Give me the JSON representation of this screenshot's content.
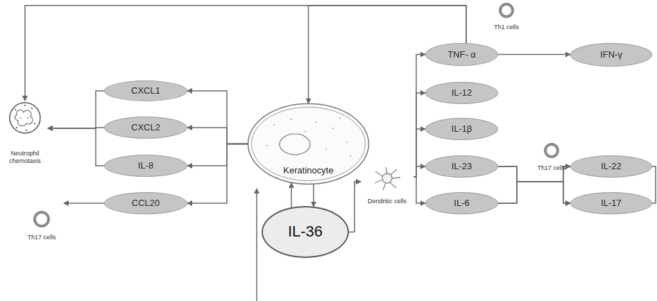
{
  "diagram": {
    "nodes": [
      {
        "text": [
          "Th1 cells"
        ]
      },
      {
        "text": [
          "TNF- α"
        ]
      },
      {
        "text": [
          "IFN-γ"
        ]
      },
      {
        "text": [
          "CXCL1"
        ]
      },
      {
        "text": [
          "IL-12"
        ]
      },
      {
        "text": [
          "Neutrophil chemotaxis"
        ]
      },
      {
        "text": [
          "Keratinocyte"
        ]
      },
      {
        "text": [
          "CXCL2"
        ]
      },
      {
        "text": [
          "IL-1β"
        ]
      },
      {
        "text": [
          "IL-8"
        ]
      },
      {
        "text": [
          "IL-23"
        ]
      },
      {
        "text": [
          "Th17 cells"
        ]
      },
      {
        "text": [
          "IL-22"
        ]
      },
      {
        "text": [
          "Dendritic cells"
        ]
      },
      {
        "text": [
          "CCL20"
        ]
      },
      {
        "text": [
          "IL-6"
        ]
      },
      {
        "text": [
          "IL-17"
        ]
      },
      {
        "text": [
          "IL-36"
        ]
      },
      {
        "text": [
          "Th17 cells"
        ]
      }
    ],
    "edges": [
      {
        "from": 1,
        "to": 5,
        "arrow": "to"
      },
      {
        "from": 1,
        "to": 6,
        "arrow": "to"
      },
      {
        "from": 1,
        "to": 2,
        "arrow": "to"
      },
      {
        "from": 6,
        "to": 3,
        "arrow": "to"
      },
      {
        "from": 6,
        "to": 7,
        "arrow": "to"
      },
      {
        "from": 6,
        "to": 9,
        "arrow": "to"
      },
      {
        "from": 6,
        "to": 14,
        "arrow": "to"
      },
      {
        "from": 3,
        "to": 5,
        "arrow": "to"
      },
      {
        "from": 7,
        "to": 5,
        "arrow": "to"
      },
      {
        "from": 9,
        "to": 5,
        "arrow": "to"
      },
      {
        "from": 14,
        "to": 18,
        "arrow": "to"
      },
      {
        "from": 6,
        "to": 17,
        "arrow": "to"
      },
      {
        "from": 17,
        "to": 6,
        "arrow": "to"
      },
      {
        "from": 17,
        "to": 13,
        "arrow": "to"
      },
      {
        "from": 13,
        "to": 1,
        "arrow": "to"
      },
      {
        "from": 13,
        "to": 4,
        "arrow": "to"
      },
      {
        "from": 13,
        "to": 8,
        "arrow": "to"
      },
      {
        "from": 13,
        "to": 10,
        "arrow": "to"
      },
      {
        "from": 13,
        "to": 15,
        "arrow": "to"
      },
      {
        "from": 10,
        "to": 12,
        "arrow": "to"
      },
      {
        "from": 10,
        "to": 16,
        "arrow": "to"
      },
      {
        "from": 15,
        "to": 12,
        "arrow": "to"
      },
      {
        "from": 15,
        "to": 16,
        "arrow": "to"
      }
    ]
  }
}
